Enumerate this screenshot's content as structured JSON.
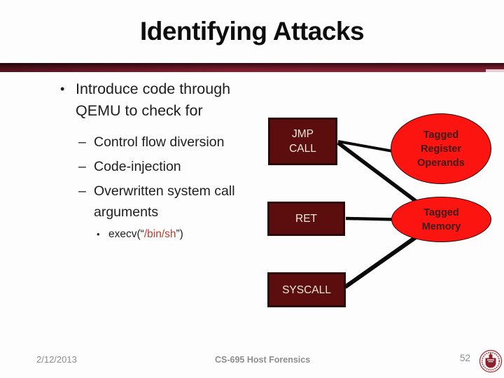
{
  "slide": {
    "title": "Identifying Attacks",
    "bullets": {
      "level1": "Introduce code through QEMU to check for",
      "items": [
        "Control flow diversion",
        "Code-injection",
        "Overwritten system call arguments"
      ],
      "markers": {
        "level1": "•",
        "level2": "–",
        "level3": "•"
      },
      "code": {
        "prefix": "execv(“",
        "path": "/bin/sh",
        "suffix": "”)"
      }
    },
    "diagram": {
      "boxes": [
        {
          "id": "jmp-call",
          "label": "JMP CALL",
          "lines": [
            "JMP",
            "CALL"
          ]
        },
        {
          "id": "ret",
          "label": "RET"
        },
        {
          "id": "syscall",
          "label": "SYSCALL"
        }
      ],
      "ellipses": [
        {
          "id": "tagged-registers",
          "label": "Tagged Register Operands",
          "lines": [
            "Tagged",
            "Register",
            "Operands"
          ]
        },
        {
          "id": "tagged-memory",
          "label": "Tagged Memory",
          "lines": [
            "Tagged",
            "Memory"
          ]
        }
      ],
      "edges": [
        {
          "from": "jmp-call",
          "to": "tagged-registers"
        },
        {
          "from": "jmp-call",
          "to": "tagged-memory"
        },
        {
          "from": "ret",
          "to": "tagged-memory"
        },
        {
          "from": "syscall",
          "to": "tagged-memory"
        }
      ]
    },
    "footer": {
      "date": "2/12/2013",
      "course": "CS-695 Host Forensics",
      "page": "52"
    },
    "colors": {
      "box_fill": "#5c0d0d",
      "box_border": "#2e0404",
      "box_text": "#f0e9d8",
      "ellipse_fill": "#fb1410",
      "ellipse_text": "#3c1c1c",
      "bar_crimson": "#8e2136",
      "code_red": "#c0392b",
      "footer_gray": "#8d8d8d",
      "connector_black": "#0a0a0a"
    }
  }
}
